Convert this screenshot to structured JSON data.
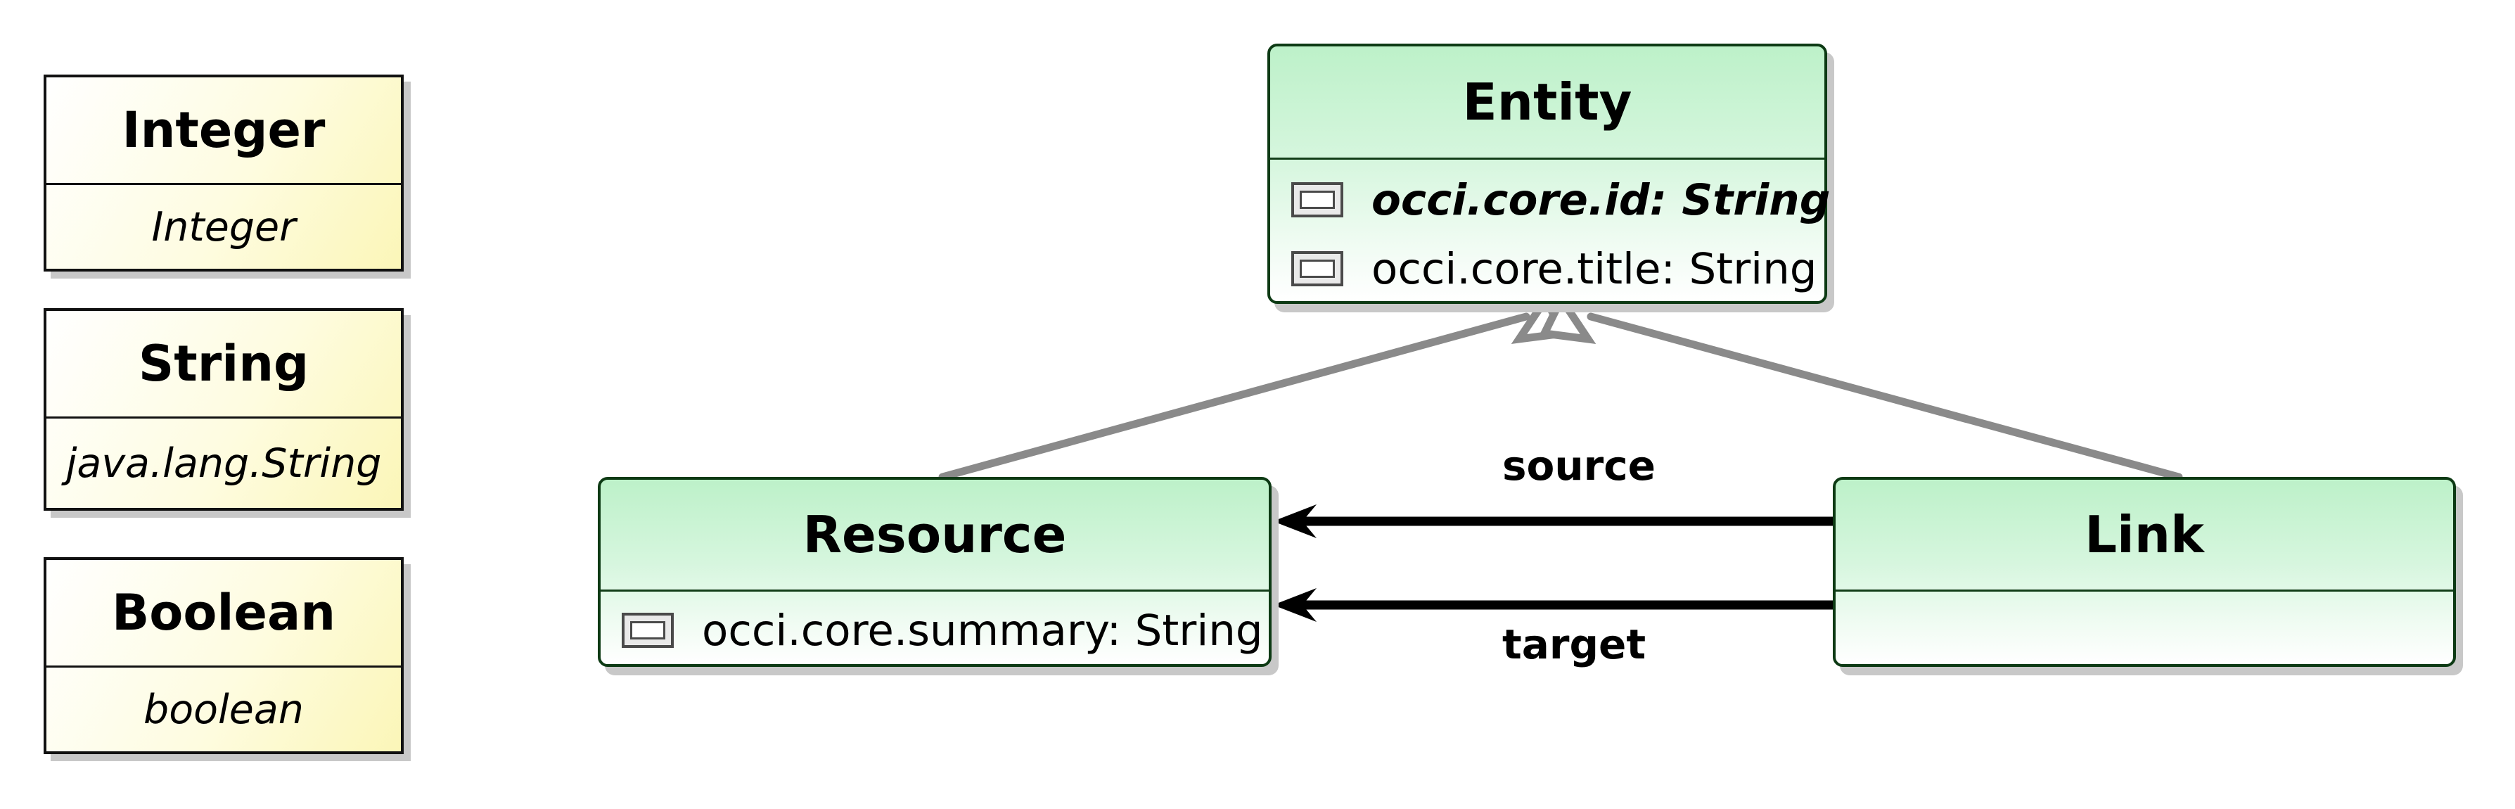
{
  "datatypes": [
    {
      "name": "Integer",
      "type": "Integer"
    },
    {
      "name": "String",
      "type": "java.lang.String"
    },
    {
      "name": "Boolean",
      "type": "boolean"
    }
  ],
  "entity": {
    "name": "Entity",
    "attributes": [
      "occi.core.id: String",
      "occi.core.title: String"
    ]
  },
  "resource": {
    "name": "Resource",
    "attributes": [
      "occi.core.summary: String"
    ]
  },
  "link": {
    "name": "Link",
    "attributes": []
  },
  "references": {
    "source": "source",
    "target": "target"
  }
}
